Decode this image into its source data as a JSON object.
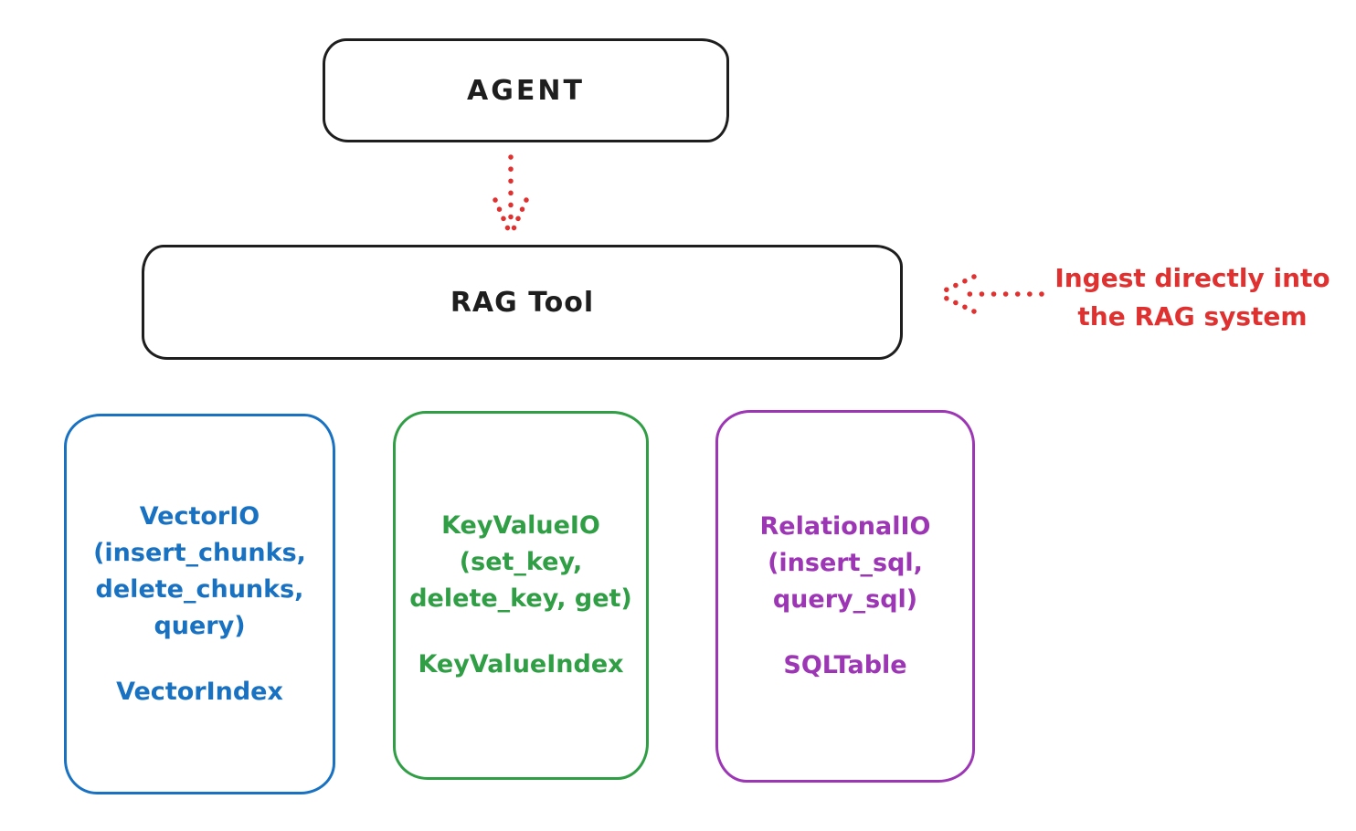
{
  "agent": {
    "label": "AGENT"
  },
  "rag_tool": {
    "label": "RAG Tool"
  },
  "annotation": {
    "lines": [
      "Ingest directly into",
      "the RAG system"
    ]
  },
  "boxes": [
    {
      "id": "vector-io",
      "lines": [
        "VectorIO",
        "(insert_chunks,",
        "delete_chunks,",
        "query)"
      ],
      "index_label": "VectorIndex",
      "color": "#1971c2"
    },
    {
      "id": "keyvalue-io",
      "lines": [
        "KeyValueIO",
        "(set_key,",
        "delete_key, get)"
      ],
      "index_label": "KeyValueIndex",
      "color": "#2f9e44"
    },
    {
      "id": "relational-io",
      "lines": [
        "RelationalIO",
        "(insert_sql,",
        "query_sql)"
      ],
      "index_label": "SQLTable",
      "color": "#9c36b5"
    }
  ],
  "colors": {
    "stroke": "#1e1e1e",
    "red": "#e03131",
    "blue": "#1971c2",
    "green": "#2f9e44",
    "purple": "#9c36b5"
  }
}
